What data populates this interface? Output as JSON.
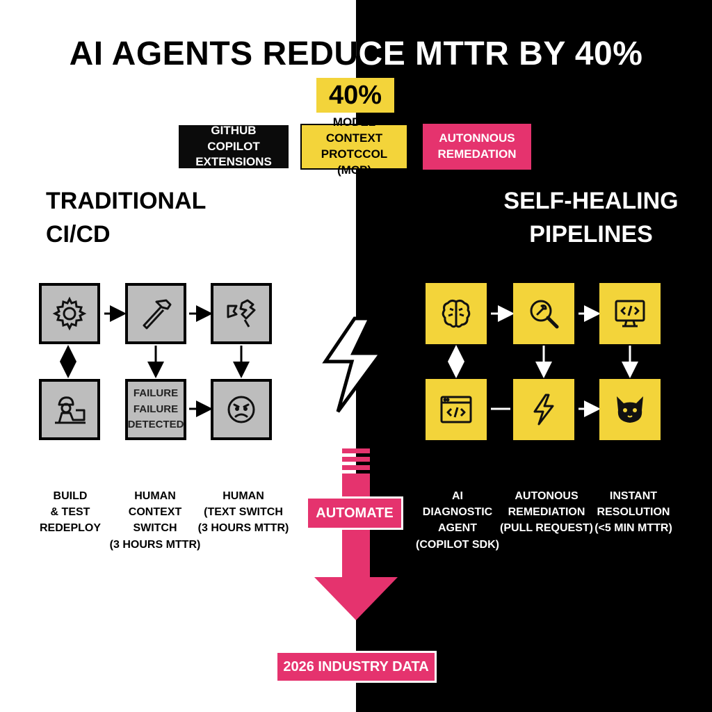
{
  "header": {
    "title": "AI AGENTS REDUCE MTTR BY 40%",
    "highlight": "40%"
  },
  "tags": {
    "github": "GITHUB COPILOT EXTENSIONS",
    "mcp": "MODEL CONTEXT PROTCCOL (MCP)",
    "autonomous": "AUTONNOUS REMEDATION"
  },
  "traditional": {
    "title_line1": "TRADITIONAL",
    "title_line2": "CI/CD",
    "failure_box_text": [
      "FAILURE",
      "FAILURE",
      "DETECTED"
    ],
    "labels": [
      [
        "BUILD",
        "& TEST",
        "REDEPLOY"
      ],
      [
        "HUMAN",
        "CONTEXT SWITCH",
        "(3 HOURS MTTR)"
      ],
      [
        "HUMAN",
        "(TEXT SWITCH",
        "(3 HOURS MTTR)"
      ]
    ],
    "icons": [
      "gear-icon",
      "hammer-icon",
      "broken-pipe-icon",
      "worker-laptop-icon",
      "failure-detected",
      "angry-face-icon"
    ]
  },
  "self_healing": {
    "title_line1": "SELF-HEALING",
    "title_line2": "PIPELINES",
    "labels": [
      [
        "AI",
        "DIAGNOSTIC AGENT",
        "(COPILOT SDK)"
      ],
      [
        "AUTONOUS",
        "REMEDIATION",
        "(PULL REQUEST)"
      ],
      [
        "INSTANT",
        "RESOLUTION",
        "(<5 MIN MTTR)"
      ]
    ],
    "icons": [
      "brain-icon",
      "wrench-search-icon",
      "monitor-code-icon",
      "browser-code-icon",
      "lightning-icon",
      "cat-icon"
    ]
  },
  "center": {
    "automate": "AUTOMATE",
    "footer": "2026 INDUSTRY DATA"
  },
  "colors": {
    "yellow": "#f3d43a",
    "pink": "#e5336e",
    "gray": "#bdbdbd",
    "black": "#000000",
    "white": "#ffffff"
  }
}
